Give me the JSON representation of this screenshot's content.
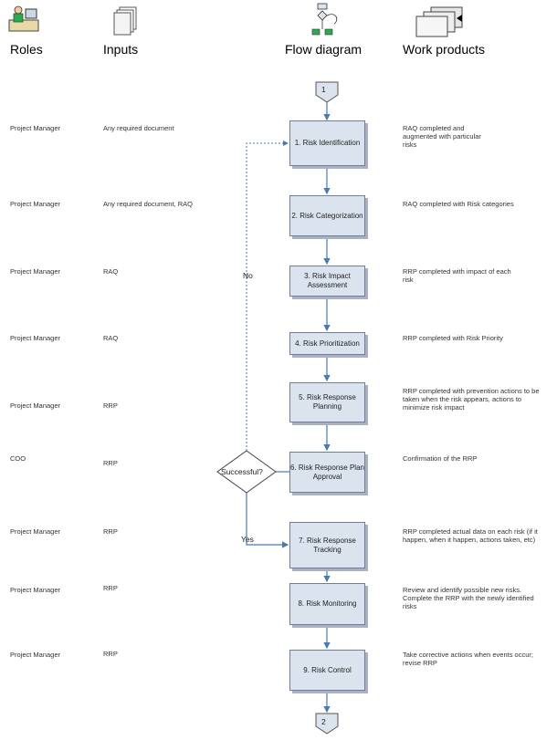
{
  "headers": {
    "roles": "Roles",
    "inputs": "Inputs",
    "flow": "Flow diagram",
    "work_products": "Work products"
  },
  "connectors": {
    "start": "1",
    "end": "2"
  },
  "decision": {
    "label": "Successful?",
    "no": "No",
    "yes": "Yes"
  },
  "rows": [
    {
      "role": "Project Manager",
      "input": "Any required document",
      "step": "1. Risk Identification",
      "product": "RAQ completed and augmented with particular risks"
    },
    {
      "role": "Project Manager",
      "input": "Any required document, RAQ",
      "step": "2. Risk Categorization",
      "product": "RAQ completed with Risk categories"
    },
    {
      "role": "Project Manager",
      "input": "RAQ",
      "step": "3. Risk Impact Assessment",
      "product": "RRP completed with impact of each risk"
    },
    {
      "role": "Project Manager",
      "input": "RAQ",
      "step": "4. Risk Prioritization",
      "product": "RRP completed with Risk Priority"
    },
    {
      "role": "Project Manager",
      "input": "RRP",
      "step": "5. Risk Response Planning",
      "product": "RRP completed with prevention actions to be taken when the risk appears, actions to minimize risk impact"
    },
    {
      "role": "COO",
      "input": "RRP",
      "step": "6. Risk Response Plan Approval",
      "product": "Confirmation of the RRP"
    },
    {
      "role": "Project Manager",
      "input": "RRP",
      "step": "7. Risk Response Tracking",
      "product": "RRP completed actual data on each risk (if it happen, when it happen, actions taken, etc)"
    },
    {
      "role": "Project Manager",
      "input": "RRP",
      "step": "8. Risk Monitoring",
      "product": "Review and identify possible new risks. Complete the RRP with the newly identified risks"
    },
    {
      "role": "Project Manager",
      "input": "RRP",
      "step": "9. Risk Control",
      "product": "Take corrective actions when events occur; revise RRP"
    }
  ]
}
